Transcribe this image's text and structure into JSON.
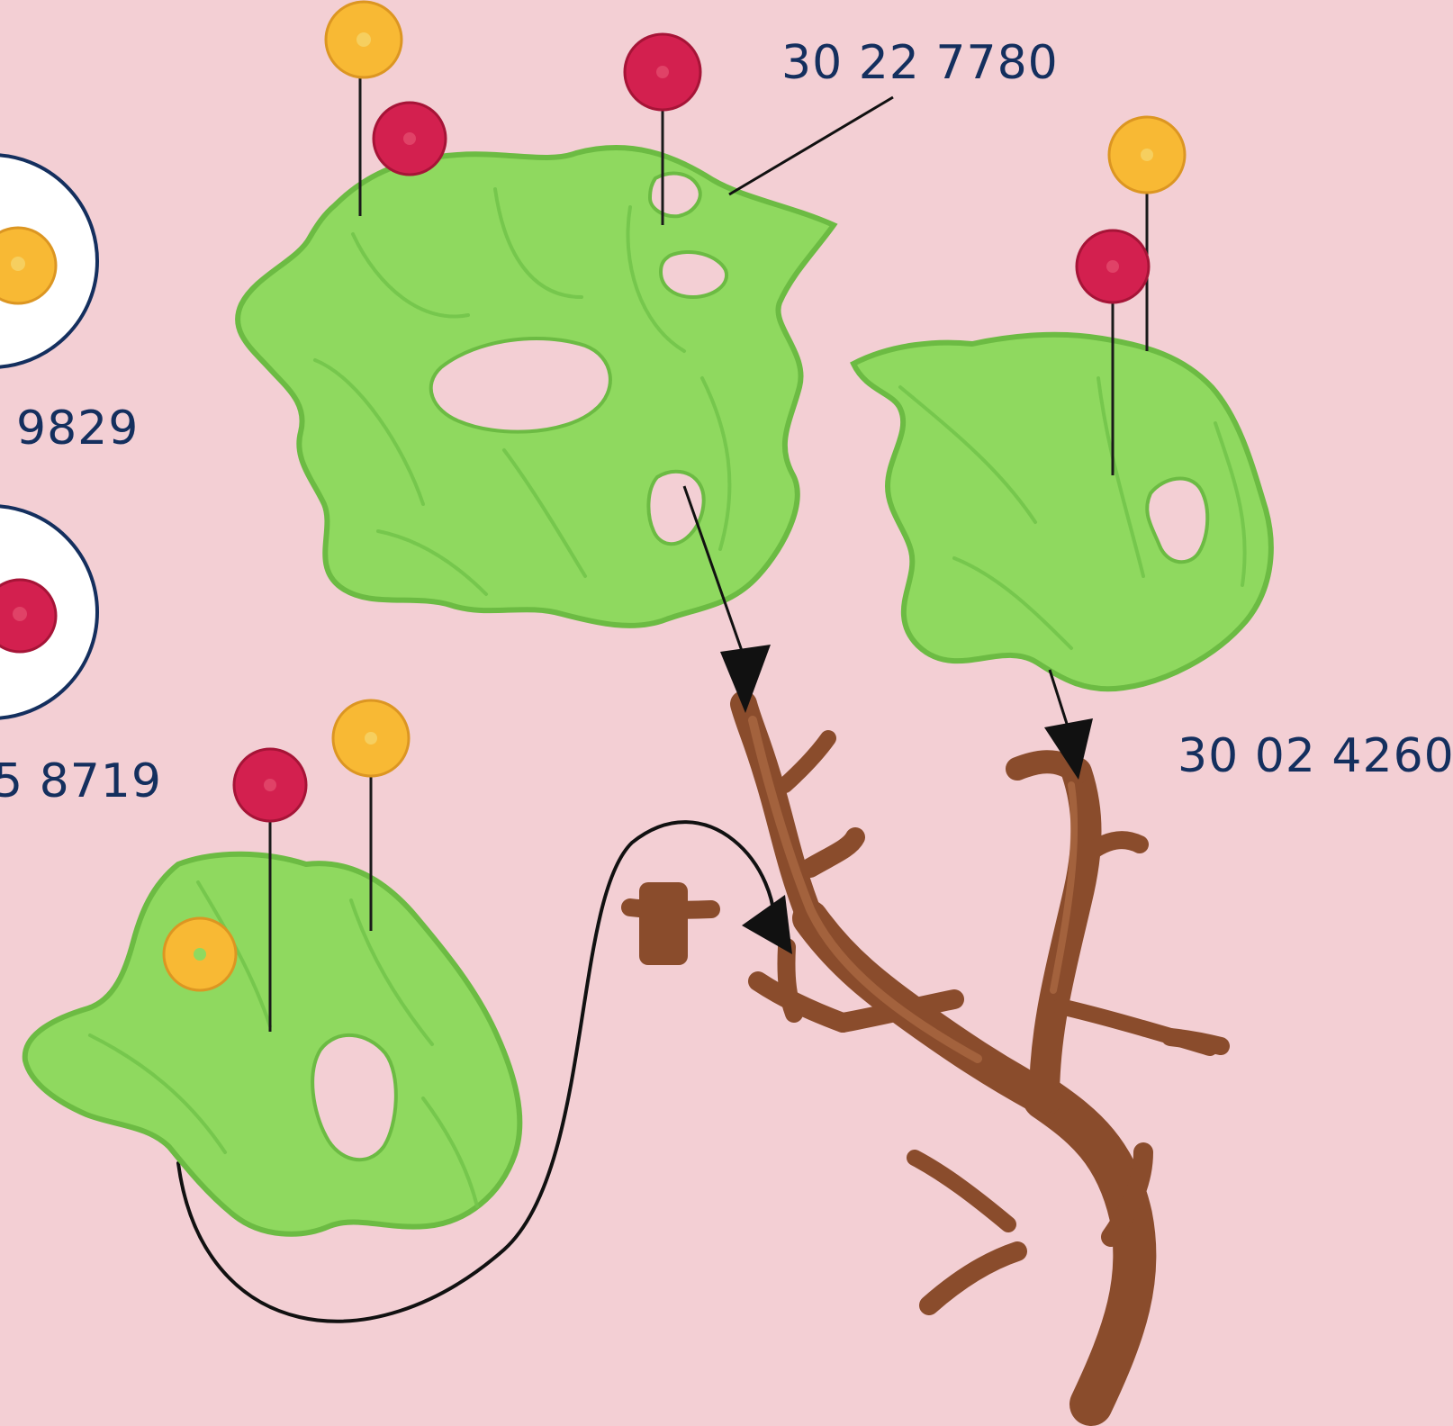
{
  "labels": {
    "top_part_number": "30 22 7780",
    "right_part_number": "30 02 4260",
    "left_part_number_1": "9829",
    "left_part_number_2": "5 8719"
  },
  "colors": {
    "background": "#f3cfd4",
    "leaf": "#8fd95f",
    "trunk": "#8a4c2c",
    "flower_red": "#d3204f",
    "flower_yellow": "#f8b934",
    "text": "#142f5e"
  },
  "icons": [
    "leaf-canopy-top",
    "leaf-canopy-right",
    "leaf-canopy-left",
    "tree-trunk",
    "flower-yellow",
    "flower-red",
    "assembly-arrow"
  ]
}
